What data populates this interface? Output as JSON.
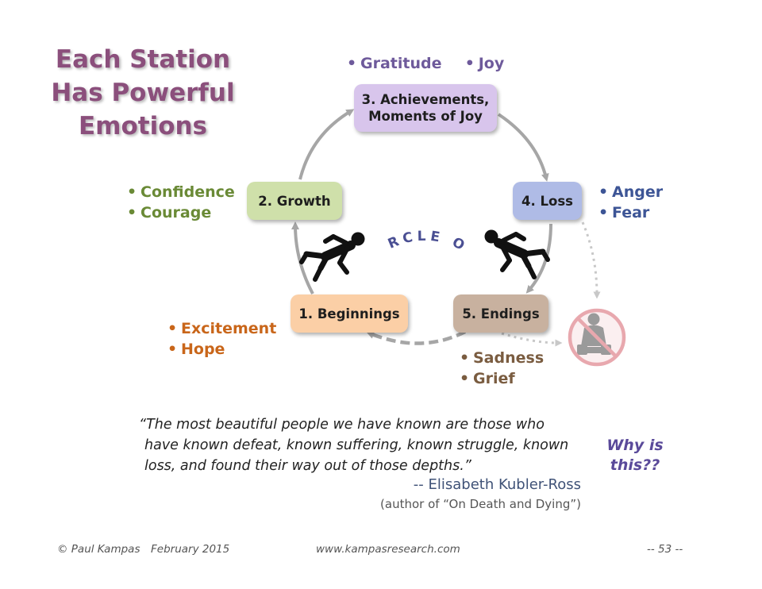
{
  "title": {
    "line1": "Each Station",
    "line2": "Has Powerful",
    "line3": "Emotions"
  },
  "circle_label": "THE CIRCLE OF LIFE",
  "stations": {
    "achievements": {
      "line1": "3. Achievements,",
      "line2": "Moments of Joy",
      "color": "#d8c5ec"
    },
    "growth": {
      "label": "2. Growth",
      "color": "#cfe0aa"
    },
    "loss": {
      "label": "4. Loss",
      "color": "#afbbe6"
    },
    "beginnings": {
      "label": "1. Beginnings",
      "color": "#fbcfa6"
    },
    "endings": {
      "label": "5. Endings",
      "color": "#c8b19f"
    }
  },
  "emotions": {
    "achievements": {
      "items": [
        "Gratitude",
        "Joy"
      ],
      "color": "#6e5a9b"
    },
    "growth": {
      "items": [
        "Confidence",
        "Courage"
      ],
      "color": "#6a8a36"
    },
    "loss": {
      "items": [
        "Anger",
        "Fear"
      ],
      "color": "#3d5596"
    },
    "beginnings": {
      "items": [
        "Excitement",
        "Hope"
      ],
      "color": "#c9661a"
    },
    "endings": {
      "items": [
        "Sadness",
        "Grief"
      ],
      "color": "#7a5c40"
    }
  },
  "quote": {
    "line1": "“The most beautiful people we have known are those who",
    "line2": "have known defeat, known suffering, known struggle, known",
    "line3": "loss, and found their way out of those depths.”",
    "author": "-- Elisabeth Kubler-Ross",
    "source": "(author of “On Death and Dying”)"
  },
  "question": {
    "line1": "Why is",
    "line2": "this??"
  },
  "footer": {
    "copyright": "© Paul Kampas",
    "date": "February 2015",
    "website": "www.kampasresearch.com",
    "page": "--  53  --"
  },
  "icons": [
    "falling-person-icon",
    "falling-person-icon",
    "no-grieving-person-icon"
  ],
  "colors": {
    "title": "#8b4f7c",
    "circle_label": "#4a4f93",
    "arrow": "#a6a6a6"
  }
}
